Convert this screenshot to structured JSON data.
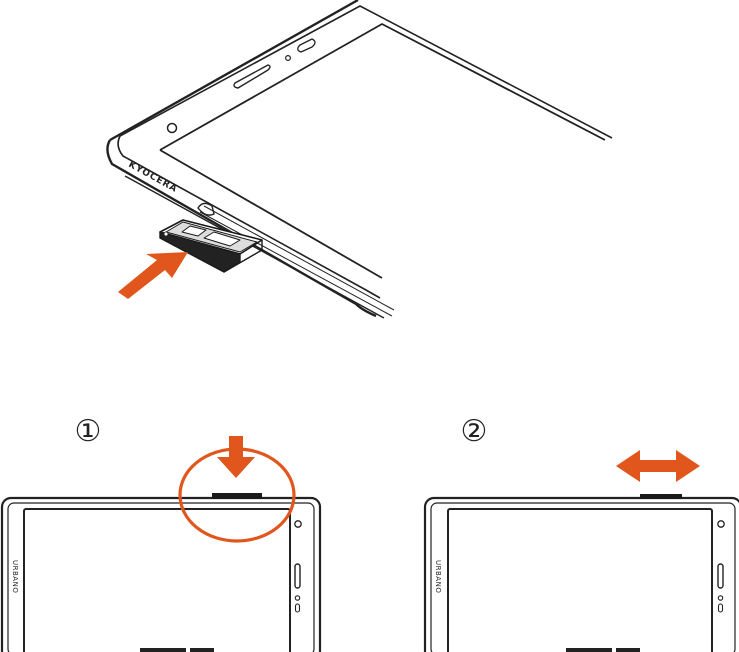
{
  "brand_logo_text": "KYOCERA",
  "model_side_text": "URBANO",
  "step_labels": [
    "①",
    "②"
  ],
  "colors": {
    "accent": "#e0561c",
    "line": "#222222",
    "frame": "#3a3a3a"
  },
  "icons": [
    "insert-arrow-icon",
    "push-down-arrow-icon",
    "highlight-circle-icon",
    "slide-double-arrow-icon"
  ]
}
